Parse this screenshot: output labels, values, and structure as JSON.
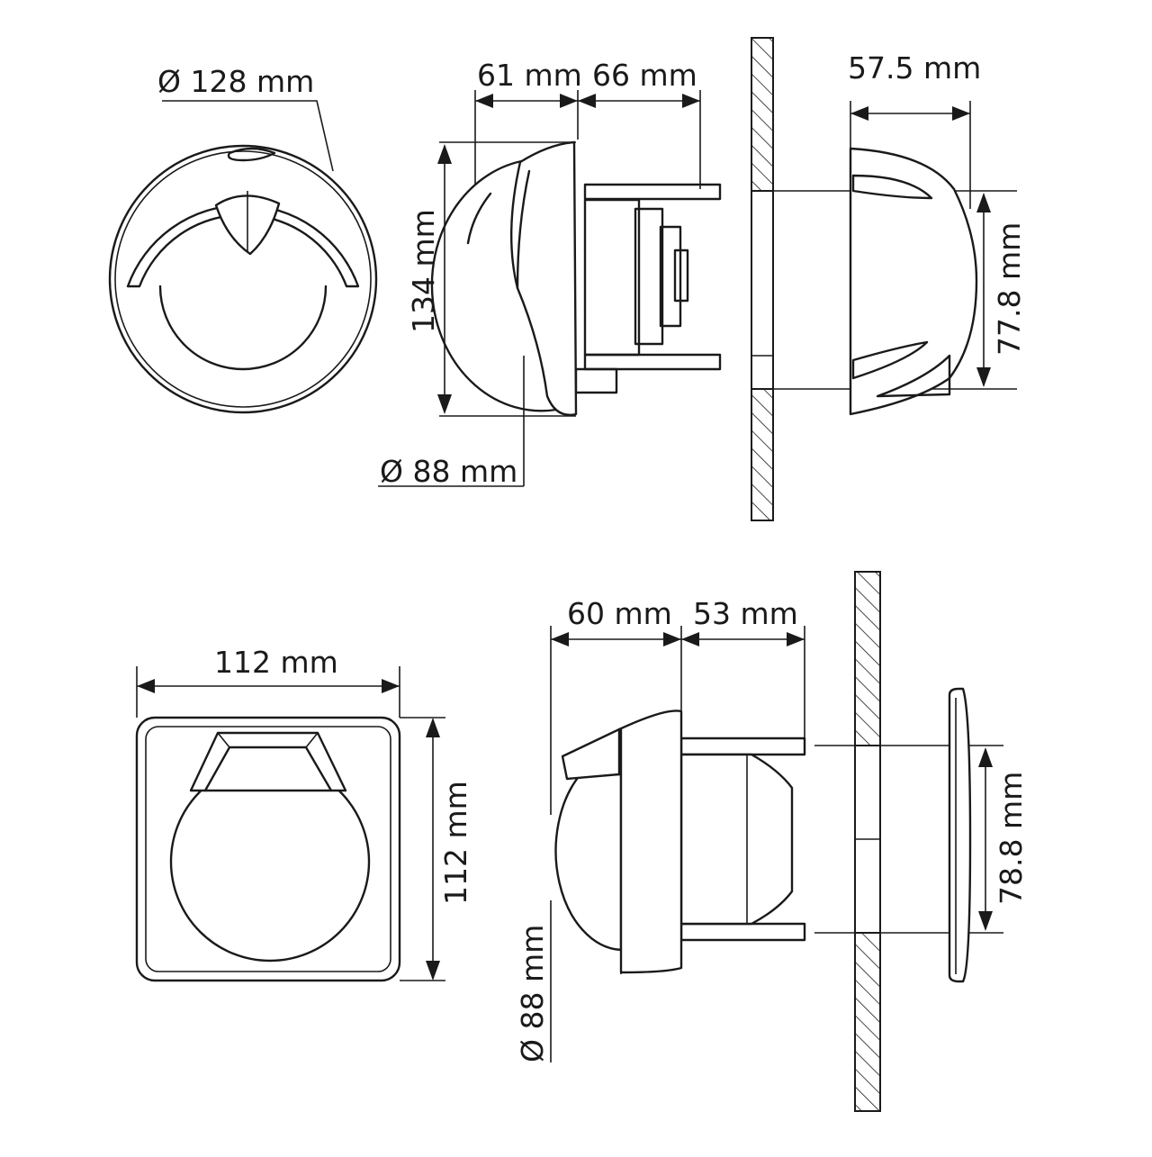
{
  "dimensions": {
    "round_outer_diameter": "Ø 128 mm",
    "round_depth_front": "61 mm",
    "round_depth_rear": "66 mm",
    "round_height": "134 mm",
    "round_dome_diameter": "Ø 88 mm",
    "round_cutout_depth": "57.5 mm",
    "round_cutout_diameter": "77.8 mm",
    "square_width": "112 mm",
    "square_height": "112 mm",
    "square_depth_front": "60 mm",
    "square_depth_rear": "53 mm",
    "square_dome_diameter": "Ø 88 mm",
    "square_cutout_diameter": "78.8 mm"
  }
}
